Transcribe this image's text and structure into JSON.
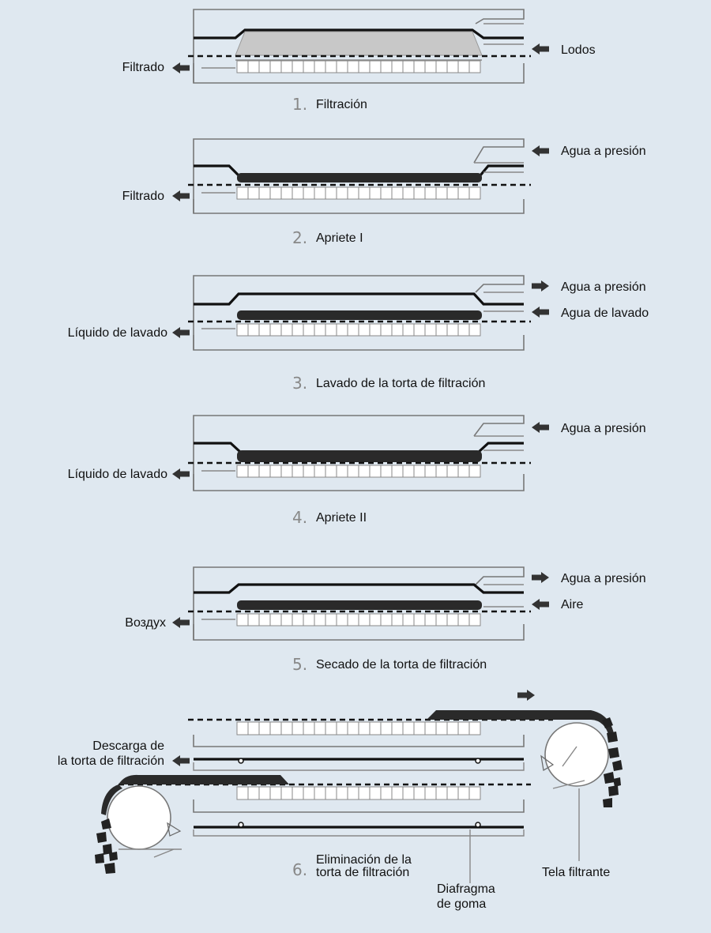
{
  "stages": [
    {
      "number": "1.",
      "caption": "Filtración",
      "left_label": "Filtrado",
      "right_labels": [
        "Lodos"
      ]
    },
    {
      "number": "2.",
      "caption": "Apriete I",
      "left_label": "Filtrado",
      "right_labels": [
        "Agua a presión"
      ]
    },
    {
      "number": "3.",
      "caption": "Lavado de la torta de filtración",
      "left_label": "Líquido de lavado",
      "right_labels": [
        "Agua a presión",
        "Agua de lavado"
      ]
    },
    {
      "number": "4.",
      "caption": "Apriete II",
      "left_label": "Líquido de lavado",
      "right_labels": [
        "Agua a presión"
      ]
    },
    {
      "number": "5.",
      "caption": "Secado de la torta de filtración",
      "left_label": "Воздух",
      "right_labels": [
        "Agua a presión",
        "Aire"
      ]
    },
    {
      "number": "6.",
      "caption_lines": [
        "Eliminación de la",
        "torta de filtración"
      ],
      "left_label_lines": [
        "Descarga de",
        "la torta de filtración"
      ],
      "callouts": {
        "diaphragm_lines": [
          "Diafragma",
          "de goma"
        ],
        "cloth": "Tela filtrante"
      }
    }
  ]
}
